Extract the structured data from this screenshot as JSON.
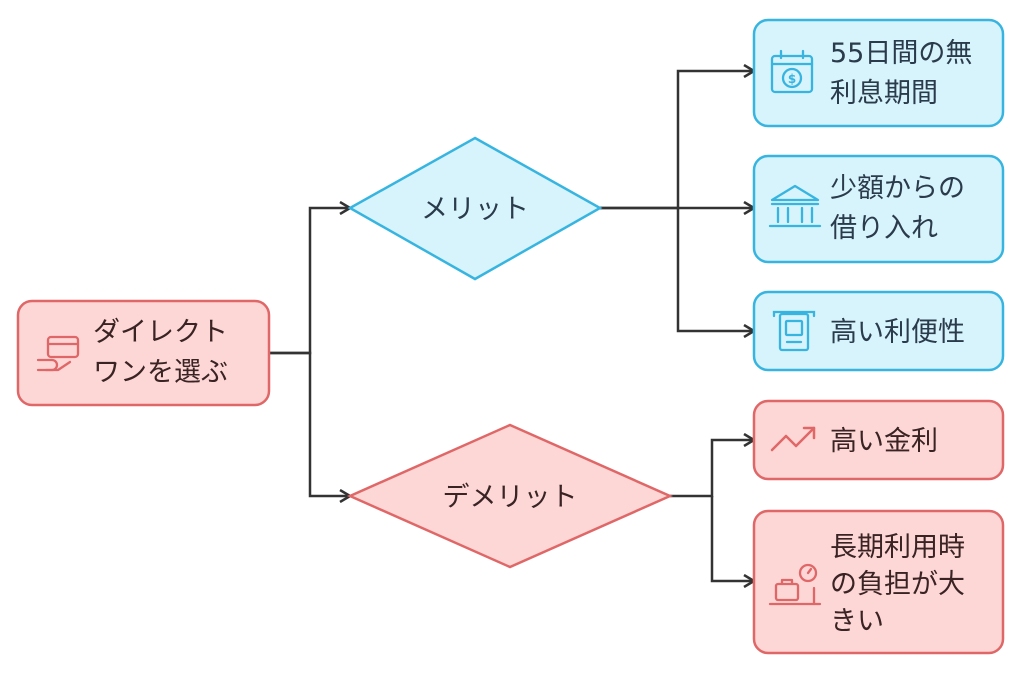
{
  "root": {
    "lines": [
      "ダイレクト",
      "ワンを選ぶ"
    ],
    "icon": "credit-card-hand-icon"
  },
  "merit": {
    "label": "メリット",
    "items": [
      {
        "lines": [
          "55日間の無",
          "利息期間"
        ],
        "icon": "calendar-dollar-icon"
      },
      {
        "lines": [
          "少額からの",
          "借り入れ"
        ],
        "icon": "bank-icon"
      },
      {
        "lines": [
          "高い利便性"
        ],
        "icon": "atm-icon"
      }
    ]
  },
  "demerit": {
    "label": "デメリット",
    "items": [
      {
        "lines": [
          "高い金利"
        ],
        "icon": "trending-up-icon"
      },
      {
        "lines": [
          "長期利用時",
          "の負担が大",
          "きい"
        ],
        "icon": "scale-weight-icon"
      }
    ]
  },
  "colors": {
    "red_fill": "#fdd6d6",
    "red_stroke": "#e06767",
    "blue_fill": "#d7f3fb",
    "blue_stroke": "#37b5e0",
    "connector": "#333333"
  }
}
